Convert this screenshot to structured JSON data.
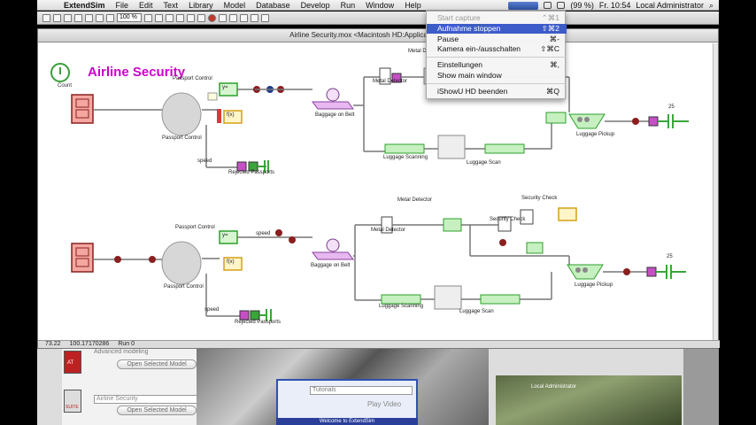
{
  "menubar": {
    "app_name": "ExtendSim",
    "menus": [
      "File",
      "Edit",
      "Text",
      "Library",
      "Model",
      "Database",
      "Develop",
      "Run",
      "Window",
      "Help"
    ],
    "battery": "(99 %)",
    "clock": "Fr. 10:54",
    "user": "Local Administrator"
  },
  "toolbar": {
    "zoom": "100 %"
  },
  "window": {
    "title": "Airline Security.mox      <Macintosh HD:Applications:Extend"
  },
  "model": {
    "title": "Airline Security",
    "clock_label": "Count",
    "labels": {
      "passport_control_1": "Passport Control",
      "passport_control_1b": "Passport Control",
      "rejected_1": "Rejected Passports",
      "baggage_1": "Baggage on Belt",
      "metal_1": "Metal Detector",
      "metal_1b": "Metal Detector",
      "scanning_1": "Luggage Scanning",
      "scan_1": "Luggage Scan",
      "pickup_1": "Luggage Pickup",
      "passport_control_2": "Passport Control",
      "passport_control_2b": "Passport Control",
      "rejected_2": "Rejected Passports",
      "baggage_2": "Baggage on Belt",
      "metal_2": "Metal Detector",
      "metal_2b": "Metal Detector",
      "security_check": "Security Check",
      "security_check_b": "Security Check",
      "scanning_2": "Luggage Scanning",
      "scan_2": "Luggage Scan",
      "pickup_2": "Luggage Pickup",
      "speed": "speed",
      "f": "f(x)",
      "yes": "y=",
      "count25": "25"
    }
  },
  "statusbar": {
    "time": "73.22",
    "value": "100.17170286",
    "run": "Run 0"
  },
  "dropdown": {
    "items": [
      {
        "label": "Start capture",
        "shortcut": "⌃⌘1",
        "state": "disabled"
      },
      {
        "label": "Aufnahme stoppen",
        "shortcut": "⇧⌘2",
        "state": "selected"
      },
      {
        "label": "Pause",
        "shortcut": "⌘-",
        "state": "normal"
      },
      {
        "label": "Kamera ein-/ausschalten",
        "shortcut": "⇧⌘C",
        "state": "normal"
      },
      {
        "label": "Einstellungen",
        "shortcut": "⌘,",
        "state": "normal"
      },
      {
        "label": "Show main window",
        "shortcut": "",
        "state": "normal"
      },
      {
        "label": "iShowU HD beenden",
        "shortcut": "⌘Q",
        "state": "normal"
      }
    ]
  },
  "background": {
    "advanced_modeling": "Advanced modeling",
    "open_selected_model_1": "Open Selected Model",
    "airline_security_field": "Airline Security",
    "open_selected_model_2": "Open Selected Model",
    "tutorials": "Tutorials",
    "play_video": "Play Video",
    "welcome": "Welcome to ExtendSim",
    "local_admin_overlay": "Local Administrator",
    "brand_a": "AT",
    "brand_b": "SUITE"
  }
}
